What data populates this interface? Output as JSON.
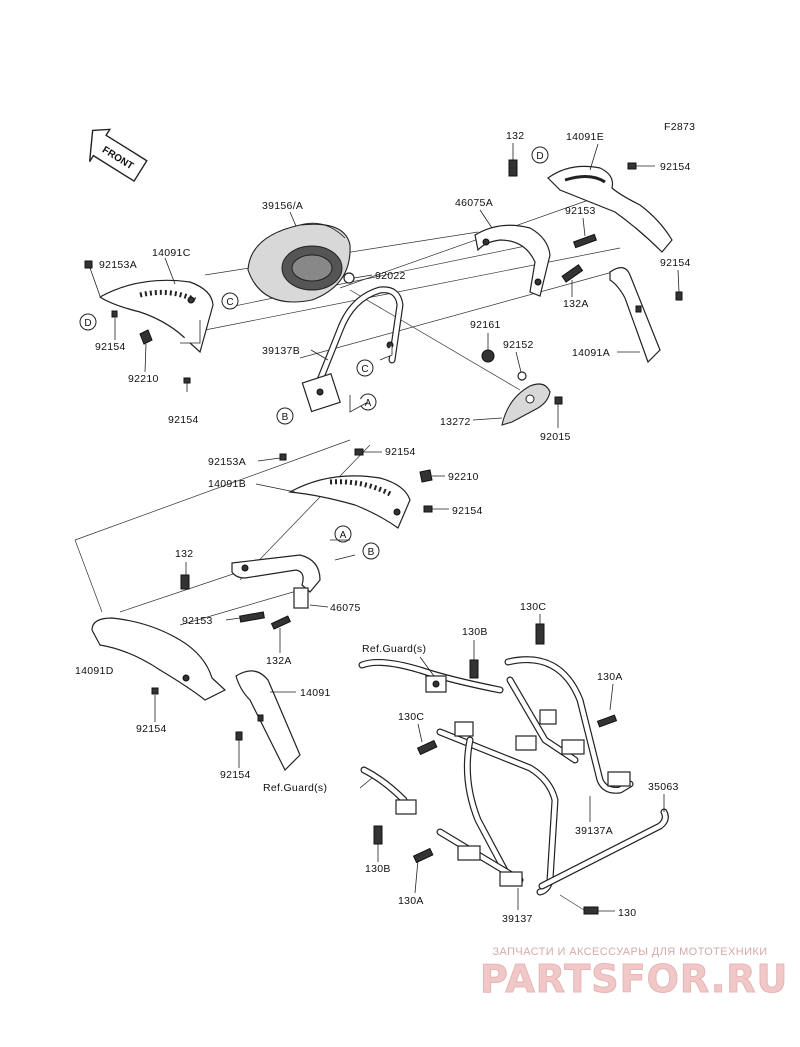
{
  "figure_code": "F2873",
  "front_label": "FRONT",
  "labels": {
    "p39156A": "39156/A",
    "p92153A_top": "92153A",
    "p14091C": "14091C",
    "p92022": "92022",
    "p92154_a": "92154",
    "p92210_a": "92210",
    "p92154_b": "92154",
    "p39137B": "39137B",
    "p92161": "92161",
    "p92152": "92152",
    "p13272": "13272",
    "p92015": "92015",
    "p132_top": "132",
    "p14091E": "14091E",
    "p92154_c": "92154",
    "p46075A": "46075A",
    "p92153_top": "92153",
    "p92154_d": "92154",
    "p132A_top": "132A",
    "p14091A": "14091A",
    "p92153A_mid": "92153A",
    "p92154_e": "92154",
    "p92210_b": "92210",
    "p14091B": "14091B",
    "p92154_f": "92154",
    "p132_mid": "132",
    "p92153_mid": "92153",
    "p46075": "46075",
    "p132A_mid": "132A",
    "p14091D": "14091D",
    "p92154_g": "92154",
    "p14091": "14091",
    "p92154_h": "92154",
    "ref_guard_1": "Ref.Guard(s)",
    "p130B_a": "130B",
    "p130C_a": "130C",
    "p130A_a": "130A",
    "p130C_b": "130C",
    "p39137A": "39137A",
    "p35063": "35063",
    "ref_guard_2": "Ref.Guard(s)",
    "p130B_b": "130B",
    "p130A_b": "130A",
    "p39137": "39137",
    "p130": "130"
  },
  "callouts": {
    "A": "A",
    "B": "B",
    "C": "C",
    "D": "D"
  },
  "watermark": {
    "caption": "ЗАПЧАСТИ И АКСЕССУАРЫ ДЛЯ МОТОТЕХНИКИ",
    "logo": "PARTSFOR.RU"
  }
}
